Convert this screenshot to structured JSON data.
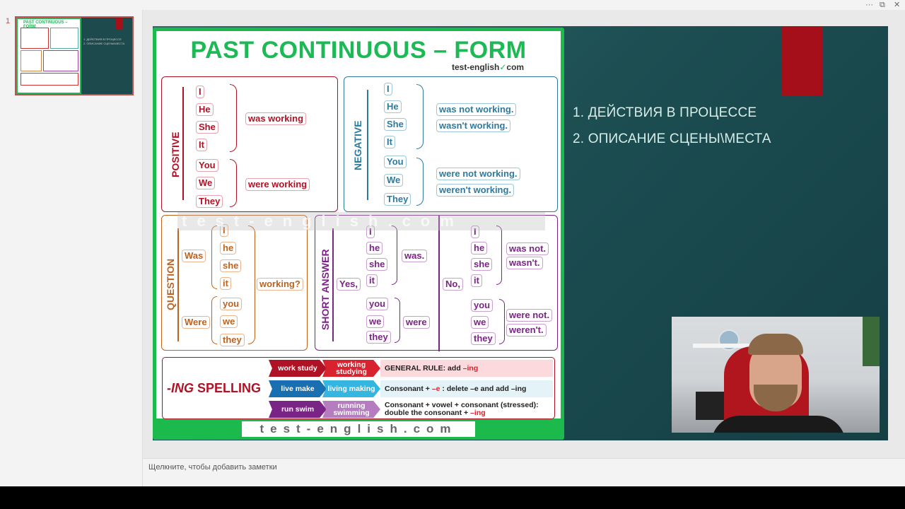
{
  "window": {
    "ctrl_more": "···",
    "ctrl_view": "⧉",
    "ctrl_close": "✕"
  },
  "thumbnails": [
    {
      "number": "1",
      "title": "PAST CONTINUOUS – FORM"
    }
  ],
  "slide": {
    "points": [
      "1. ДЕЙСТВИЯ В ПРОЦЕССЕ",
      "2. ОПИСАНИЕ СЦЕНЫ\\МЕСТА"
    ],
    "accent": "#a50f1a"
  },
  "poster": {
    "title": "PAST CONTINUOUS – FORM",
    "site": "test-english",
    "site_suffix": "com",
    "positive": {
      "label": "POSITIVE",
      "pronouns_a": [
        "I",
        "He",
        "She",
        "It"
      ],
      "verb_a": "was working",
      "pronouns_b": [
        "You",
        "We",
        "They"
      ],
      "verb_b": "were working"
    },
    "negative": {
      "label": "NEGATIVE",
      "pronouns_a": [
        "I",
        "He",
        "She",
        "It"
      ],
      "verb_a1": "was not working.",
      "verb_a2": "wasn't working.",
      "pronouns_b": [
        "You",
        "We",
        "They"
      ],
      "verb_b1": "were not working.",
      "verb_b2": "weren't working."
    },
    "question": {
      "label": "QUESTION",
      "aux_a": "Was",
      "pronouns_a": [
        "I",
        "he",
        "she",
        "it"
      ],
      "aux_b": "Were",
      "pronouns_b": [
        "you",
        "we",
        "they"
      ],
      "verb": "working?"
    },
    "short": {
      "label": "SHORT ANSWER",
      "yes": "Yes,",
      "no": "No,",
      "pronouns_a": [
        "I",
        "he",
        "she",
        "it"
      ],
      "pronouns_b": [
        "you",
        "we",
        "they"
      ],
      "yes_a": "was.",
      "yes_b": "were",
      "no_a1": "was not.",
      "no_a2": "wasn't.",
      "no_b1": "were not.",
      "no_b2": "weren't."
    },
    "watermark": "test-english.com",
    "spelling": {
      "title_ing": "-ING",
      "title_rest": " SPELLING",
      "rows": [
        {
          "base": "work study",
          "ing": "working studying",
          "rule_pre": "GENERAL RULE: add ",
          "rule_em": "–ing",
          "rule_post": ""
        },
        {
          "base": "live make",
          "ing": "living making",
          "rule_pre": "Consonant + ",
          "rule_em": "–e",
          "rule_post": " : delete –e and add –ing"
        },
        {
          "base": "run swim",
          "ing": "running swimming",
          "rule_pre": "Consonant + vowel + consonant (stressed): double the consonant + ",
          "rule_em": "–ing",
          "rule_post": ""
        }
      ]
    },
    "bottom_site": "test-english.com"
  },
  "notes": {
    "placeholder": "Щелкните, чтобы добавить заметки"
  }
}
